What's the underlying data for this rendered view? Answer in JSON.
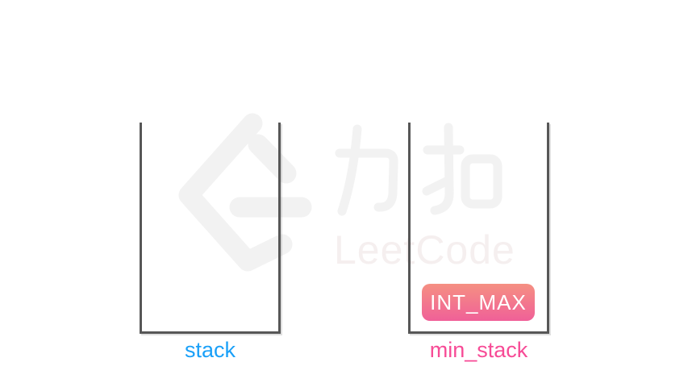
{
  "canvas": {
    "background": "#ffffff"
  },
  "watermark": {
    "logo_icon": "leetcode-logo",
    "brand_cn": "力扣",
    "brand_en": "LeetCode",
    "mark_color": "#f2f2f2",
    "wordmark_color": "#f5efef"
  },
  "stack_style": {
    "border_color": "#575757"
  },
  "stacks": [
    {
      "label": "stack",
      "label_color": "#1aa0f8",
      "items": []
    },
    {
      "label": "min_stack",
      "label_color": "#f74b96",
      "items": [
        {
          "text": "INT_MAX",
          "text_color": "#ffffff",
          "gradient_top": "#f59082",
          "gradient_bottom": "#f06098"
        }
      ]
    }
  ]
}
